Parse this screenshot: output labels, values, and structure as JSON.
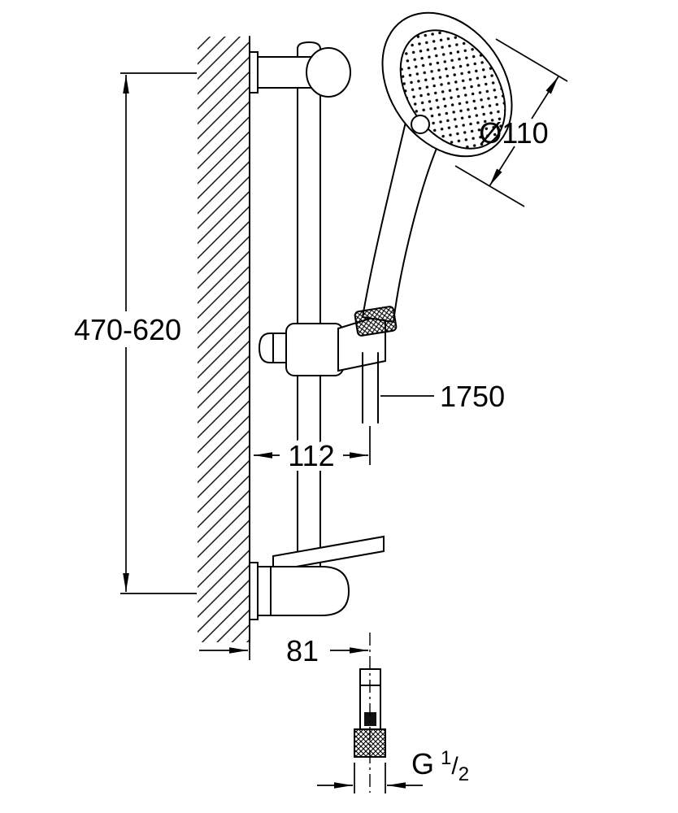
{
  "labels": {
    "height_range": "470-620",
    "head_diameter": "Ø110",
    "hose_length": "1750",
    "width_top": "112",
    "width_bottom": "81",
    "thread_prefix": "G",
    "thread_numerator": "1",
    "thread_slash": "/",
    "thread_denominator": "2"
  },
  "colors": {
    "line": "#000000",
    "background": "#ffffff"
  }
}
